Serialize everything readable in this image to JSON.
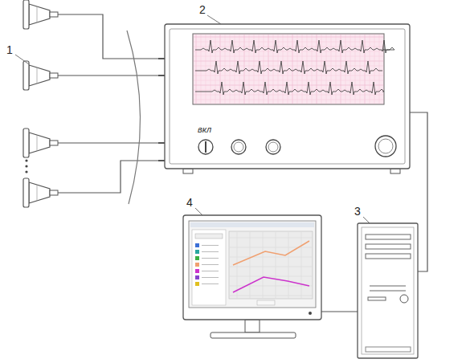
{
  "diagram": {
    "labels": [
      "1",
      "2",
      "3",
      "4",
      "вкл"
    ]
  }
}
